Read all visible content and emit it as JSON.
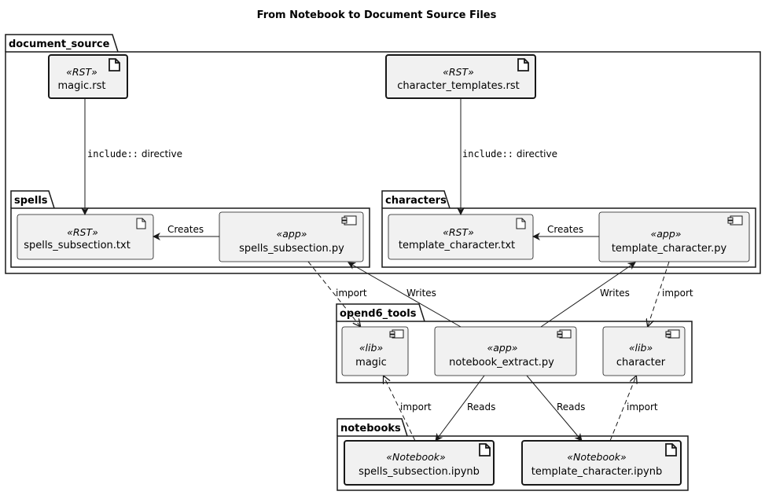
{
  "title": "From Notebook to Document Source Files",
  "packages": {
    "document_source": "document_source",
    "spells": "spells",
    "characters": "characters",
    "opend6_tools": "opend6_tools",
    "notebooks": "notebooks"
  },
  "nodes": {
    "magic_rst": {
      "stereotype": "«RST»",
      "name": "magic.rst"
    },
    "character_templates_rst": {
      "stereotype": "«RST»",
      "name": "character_templates.rst"
    },
    "spells_subsection_txt": {
      "stereotype": "«RST»",
      "name": "spells_subsection.txt"
    },
    "spells_subsection_py": {
      "stereotype": "«app»",
      "name": "spells_subsection.py"
    },
    "template_character_txt": {
      "stereotype": "«RST»",
      "name": "template_character.txt"
    },
    "template_character_py": {
      "stereotype": "«app»",
      "name": "template_character.py"
    },
    "magic_lib": {
      "stereotype": "«lib»",
      "name": "magic"
    },
    "notebook_extract_py": {
      "stereotype": "«app»",
      "name": "notebook_extract.py"
    },
    "character_lib": {
      "stereotype": "«lib»",
      "name": "character"
    },
    "spells_subsection_ipynb": {
      "stereotype": "«Notebook»",
      "name": "spells_subsection.ipynb"
    },
    "template_character_ipynb": {
      "stereotype": "«Notebook»",
      "name": "template_character.ipynb"
    }
  },
  "edge_labels": {
    "include_directive_1": {
      "code": "include::",
      "rest": " directive"
    },
    "include_directive_2": {
      "code": "include::",
      "rest": " directive"
    },
    "creates_1": "Creates",
    "creates_2": "Creates",
    "writes_1": "Writes",
    "writes_2": "Writes",
    "import_1": "import",
    "import_2": "import",
    "import_3": "import",
    "import_4": "import",
    "reads_1": "Reads",
    "reads_2": "Reads"
  },
  "icons": {
    "artifact": "document-icon",
    "component": "component-icon"
  },
  "colors": {
    "node_fill": "#f1f1f1",
    "stroke": "#181818",
    "background": "#ffffff"
  }
}
